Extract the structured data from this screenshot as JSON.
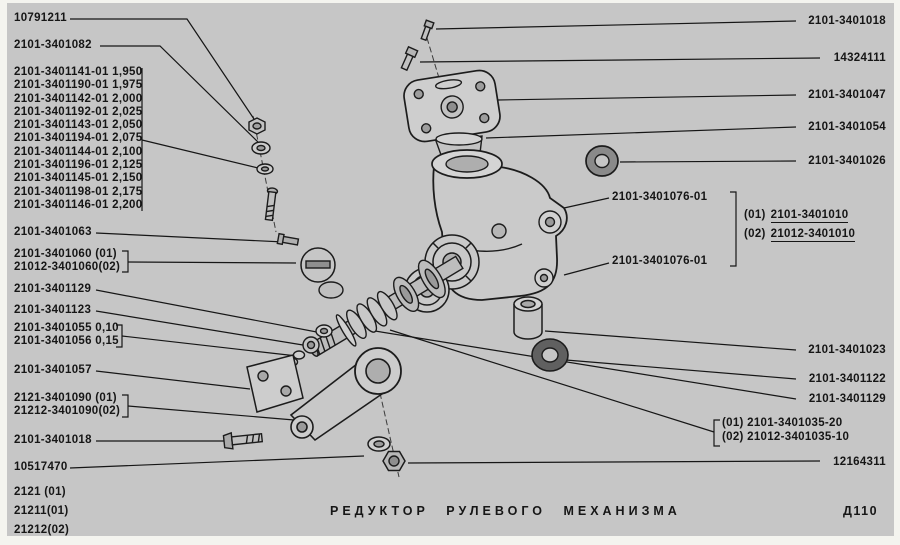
{
  "colors": {
    "background": "#c6c6c6",
    "ink": "#161616",
    "paper": "#f4f4ef"
  },
  "labels_left": [
    "10791211",
    "2101-3401082",
    "2101-3401063",
    "2101-3401060 (01)",
    "21012-3401060(02)",
    "2101-3401129",
    "2101-3401123",
    "2101-3401055 0,10",
    "2101-3401056 0,15",
    "2101-3401057",
    "2121-3401090 (01)",
    "21212-3401090(02)",
    "2101-3401018",
    "10517470",
    "2121 (01)",
    "21211(01)",
    "21212(02)"
  ],
  "shim_table": [
    "2101-3401141-01 1,950",
    "2101-3401190-01 1,975",
    "2101-3401142-01 2,000",
    "2101-3401192-01 2,025",
    "2101-3401143-01 2,050",
    "2101-3401194-01 2,075",
    "2101-3401144-01 2,100",
    "2101-3401196-01 2,125",
    "2101-3401145-01 2,150",
    "2101-3401198-01 2,175",
    "2101-3401146-01 2,200"
  ],
  "labels_right": [
    "2101-3401018",
    "14324111",
    "2101-3401047",
    "2101-3401054",
    "2101-3401026",
    "2101-3401076-01",
    "2101-3401076-01",
    "2101-3401023",
    "2101-3401122",
    "2101-3401129",
    "12164311"
  ],
  "gear_variants": [
    {
      "prefix": "(01)",
      "number": "2101-3401010"
    },
    {
      "prefix": "(02)",
      "number": "21012-3401010"
    }
  ],
  "shaft_variants": [
    "(01) 2101-3401035-20",
    "(02) 21012-3401035-10"
  ],
  "footer": {
    "title": "РЕДУКТОР РУЛЕВОГО МЕХАНИЗМА",
    "sheet_code": "Д110"
  }
}
